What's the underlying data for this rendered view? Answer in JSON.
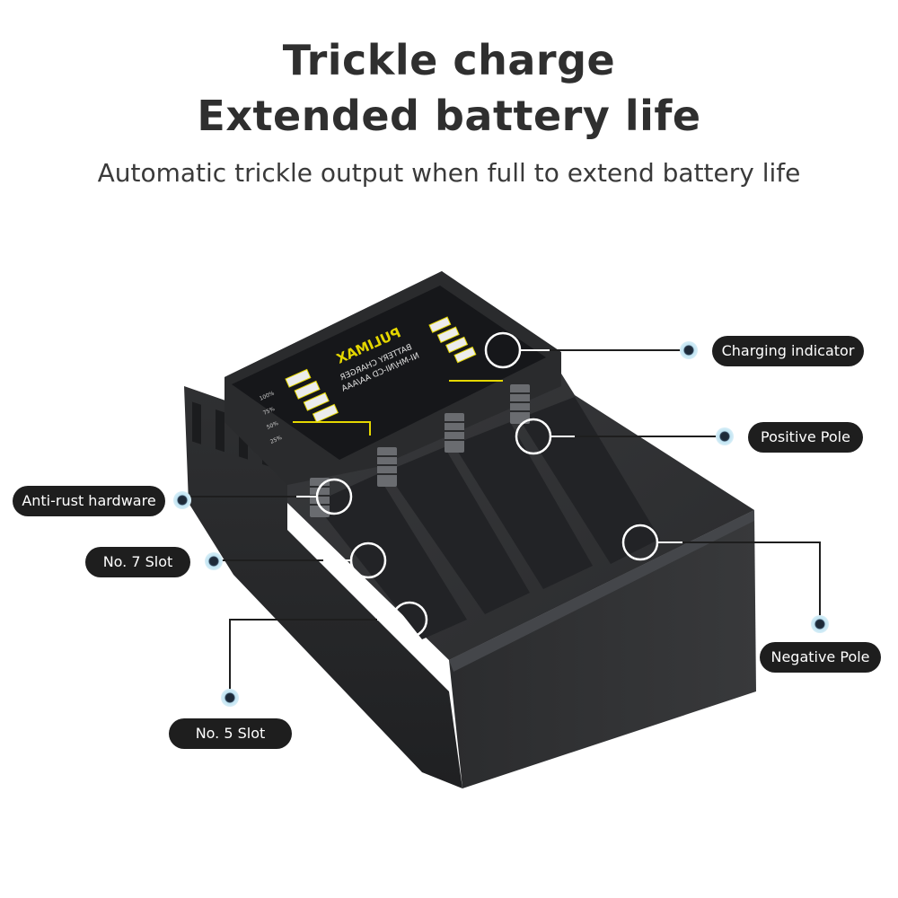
{
  "headline": {
    "line1": "Trickle charge",
    "line2": "Extended battery life",
    "subtitle": "Automatic trickle output when full to extend battery life"
  },
  "product": {
    "brand": "PULIMAX",
    "label_line1": "BATTERY CHARGER",
    "label_line2": "NI-MH/NI-CD AA/AAA",
    "indicator_levels": [
      "100%",
      "75%",
      "50%",
      "25%"
    ],
    "body_color": "#2e2f31"
  },
  "callouts": {
    "charging_indicator": "Charging indicator",
    "positive_pole": "Positive Pole",
    "anti_rust": "Anti-rust hardware",
    "no7_slot": "No. 7 Slot",
    "negative_pole": "Negative Pole",
    "no5_slot": "No. 5 Slot"
  },
  "colors": {
    "pill_bg": "#1e1e1e",
    "dot_ring": "#9fd3ea",
    "led_yellow": "#e5d700"
  }
}
